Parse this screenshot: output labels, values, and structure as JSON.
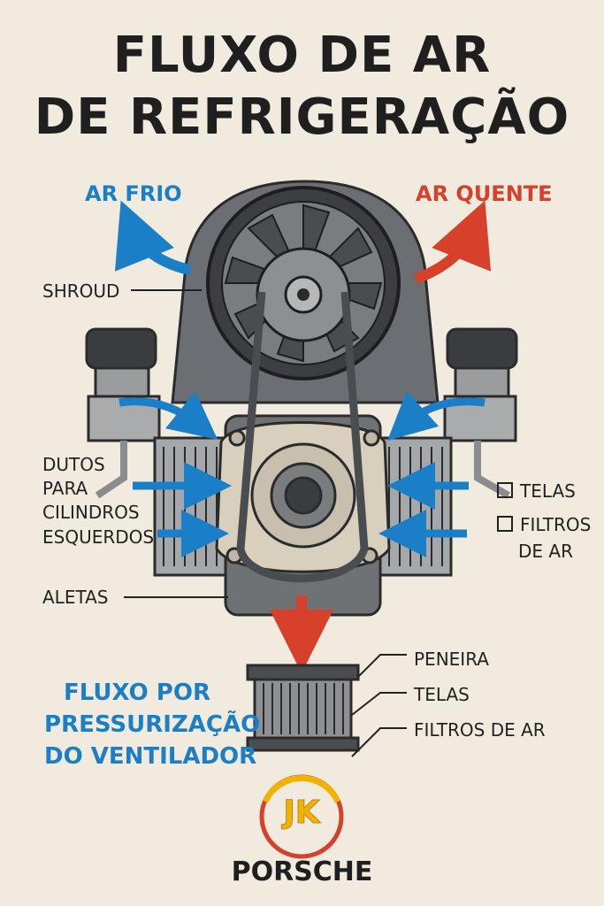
{
  "title": {
    "line1": "FLUXO DE AR",
    "line2": "DE REFRIGERAÇÃO"
  },
  "airflow": {
    "cold": "AR FRIO",
    "hot": "AR QUENTE"
  },
  "labels": {
    "shroud": "SHROUD",
    "ducts": [
      "DUTOS",
      "PARA",
      "CILINDROS",
      "ESQUERDOS"
    ],
    "fins": "ALETAS",
    "screens_check": "TELAS",
    "filters_check": [
      "FILTROS",
      "DE AR"
    ]
  },
  "pressure": {
    "lines": [
      "FLUXO POR",
      "PRESSURIZAÇÃO",
      "DO VENTILADOR"
    ]
  },
  "filter_parts": [
    "PENEIRA",
    "TELAS",
    "FILTROS DE AR"
  ],
  "brand": {
    "logo": "JK",
    "name": "PORSCHE"
  },
  "colors": {
    "cold": "#1a7fc7",
    "hot": "#d7402a",
    "background": "#f1ebdf",
    "logo_yellow": "#f2b300",
    "logo_red": "#d7402a"
  }
}
